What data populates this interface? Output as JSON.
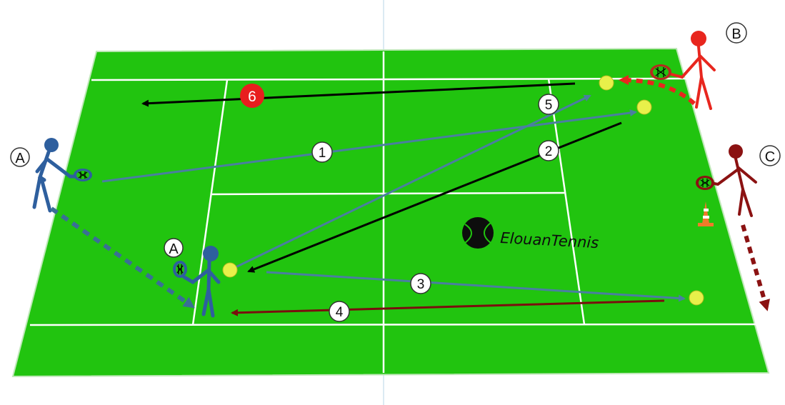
{
  "players": {
    "a_top": {
      "label": "A",
      "color": "#2e5f9e"
    },
    "a_bottom": {
      "label": "A",
      "color": "#2e5f9e"
    },
    "b": {
      "label": "B",
      "color": "#e8261e"
    },
    "c": {
      "label": "C",
      "color": "#8b1212"
    }
  },
  "shots": [
    {
      "number": "1",
      "color": "#4a7fa0"
    },
    {
      "number": "2",
      "color": "#000000"
    },
    {
      "number": "3",
      "color": "#4a7fa0"
    },
    {
      "number": "4",
      "color": "#7a0e0e"
    },
    {
      "number": "5",
      "color": "#4a7fa0"
    },
    {
      "number": "6",
      "color": "#000000",
      "badge": "#e81e1e"
    }
  ],
  "watermark": {
    "text": "ElouanTennis",
    "icon": "tennis-ball-icon"
  },
  "colors": {
    "court": "#21c40f",
    "lines": "#ffffff",
    "ball": "#e8f04a",
    "cone": "#f07a2a"
  }
}
